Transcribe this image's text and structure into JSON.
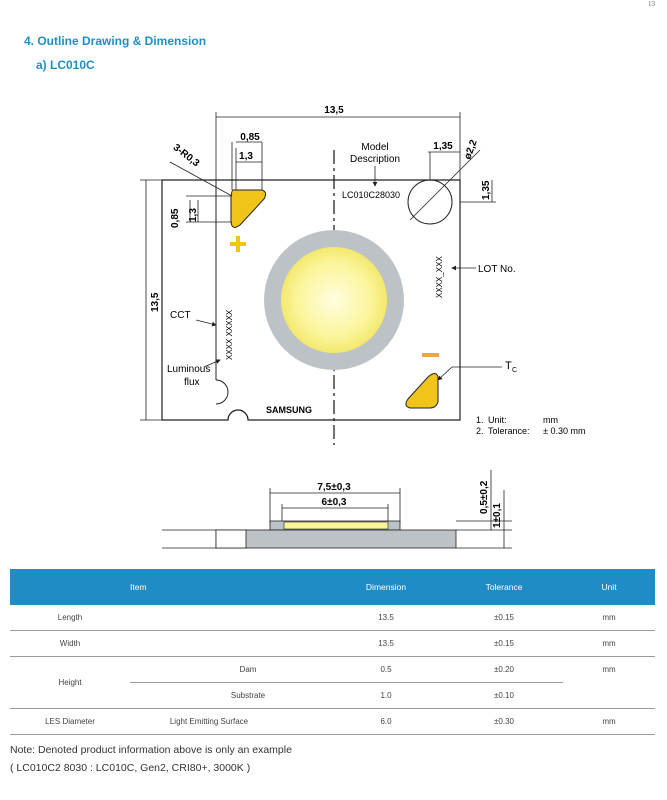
{
  "page_number": "13",
  "section_title": "4.  Outline Drawing & Dimension",
  "subsection_title": "a) LC010C",
  "drawing": {
    "top_width": "13,5",
    "side_height": "13,5",
    "dim_085_top": "0,85",
    "dim_13_top": "1,3",
    "dim_135_top": "1,35",
    "dim_phi": "ø2,2",
    "dim_r": "3-R0,3",
    "dim_085_left": "0,85",
    "dim_13_left": "1,3",
    "dim_135_right": "1,35",
    "model_label_1": "Model",
    "model_label_2": "Description",
    "model_code": "LC010C28030",
    "lot_label": "LOT No.",
    "lot_code": "XXXX_XXX",
    "cct_label": "CCT",
    "cct_code": "XXXX XXXXX",
    "luminous_label_1": "Luminous",
    "luminous_label_2": "flux",
    "brand": "SAMSUNG",
    "tc_label": "T",
    "tc_sub": "C",
    "note1_num": "1.",
    "note1_key": "Unit:",
    "note1_val": "mm",
    "note2_num": "2.",
    "note2_key": "Tolerance:",
    "note2_val": "± 0.30 mm",
    "side_dim1": "7,5±0,3",
    "side_dim2": "6±0,3",
    "side_dim3": "0,5±0,2",
    "side_dim4": "1±0,1"
  },
  "table": {
    "headers": [
      "Item",
      "Dimension",
      "Tolerance",
      "Unit"
    ],
    "rows": {
      "length": {
        "item": "Length",
        "dim": "13.5",
        "tol": "±0.15",
        "unit": "mm"
      },
      "width": {
        "item": "Width",
        "dim": "13.5",
        "tol": "±0.15",
        "unit": "mm"
      },
      "height": {
        "item": "Height",
        "sub1": "Dam",
        "dim1": "0.5",
        "tol1": "±0.20",
        "unit": "mm",
        "sub2": "Substrate",
        "dim2": "1.0",
        "tol2": "±0.10"
      },
      "les": {
        "item": "LES Diameter",
        "sub": "Light Emitting Surface",
        "dim": "6.0",
        "tol": "±0.30",
        "unit": "mm"
      }
    }
  },
  "note": {
    "line1": "Note:   Denoted product information above is only an example",
    "line2": "( LC010C2 8030 : LC010C, Gen2, CRI80+, 3000K )"
  },
  "colors": {
    "accent": "#1e8fc6",
    "table_header": "#1f8cc5",
    "pad": "#f0c419",
    "led_yellow": "#fdf7a0",
    "ring_gray": "#bcc2c6"
  }
}
